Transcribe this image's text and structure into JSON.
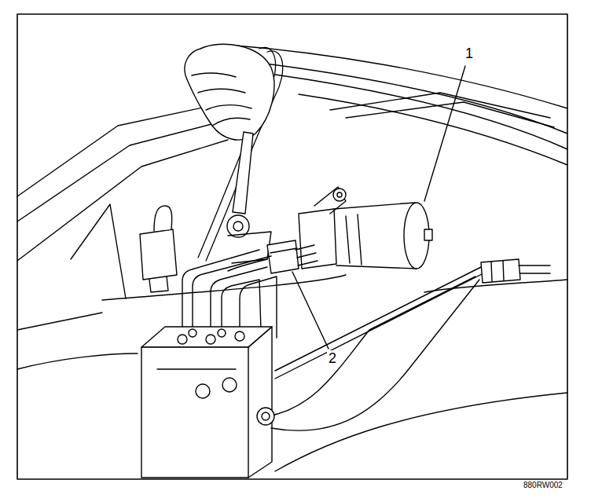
{
  "diagram": {
    "labels": [
      "1",
      "2",
      "880RW002"
    ]
  }
}
